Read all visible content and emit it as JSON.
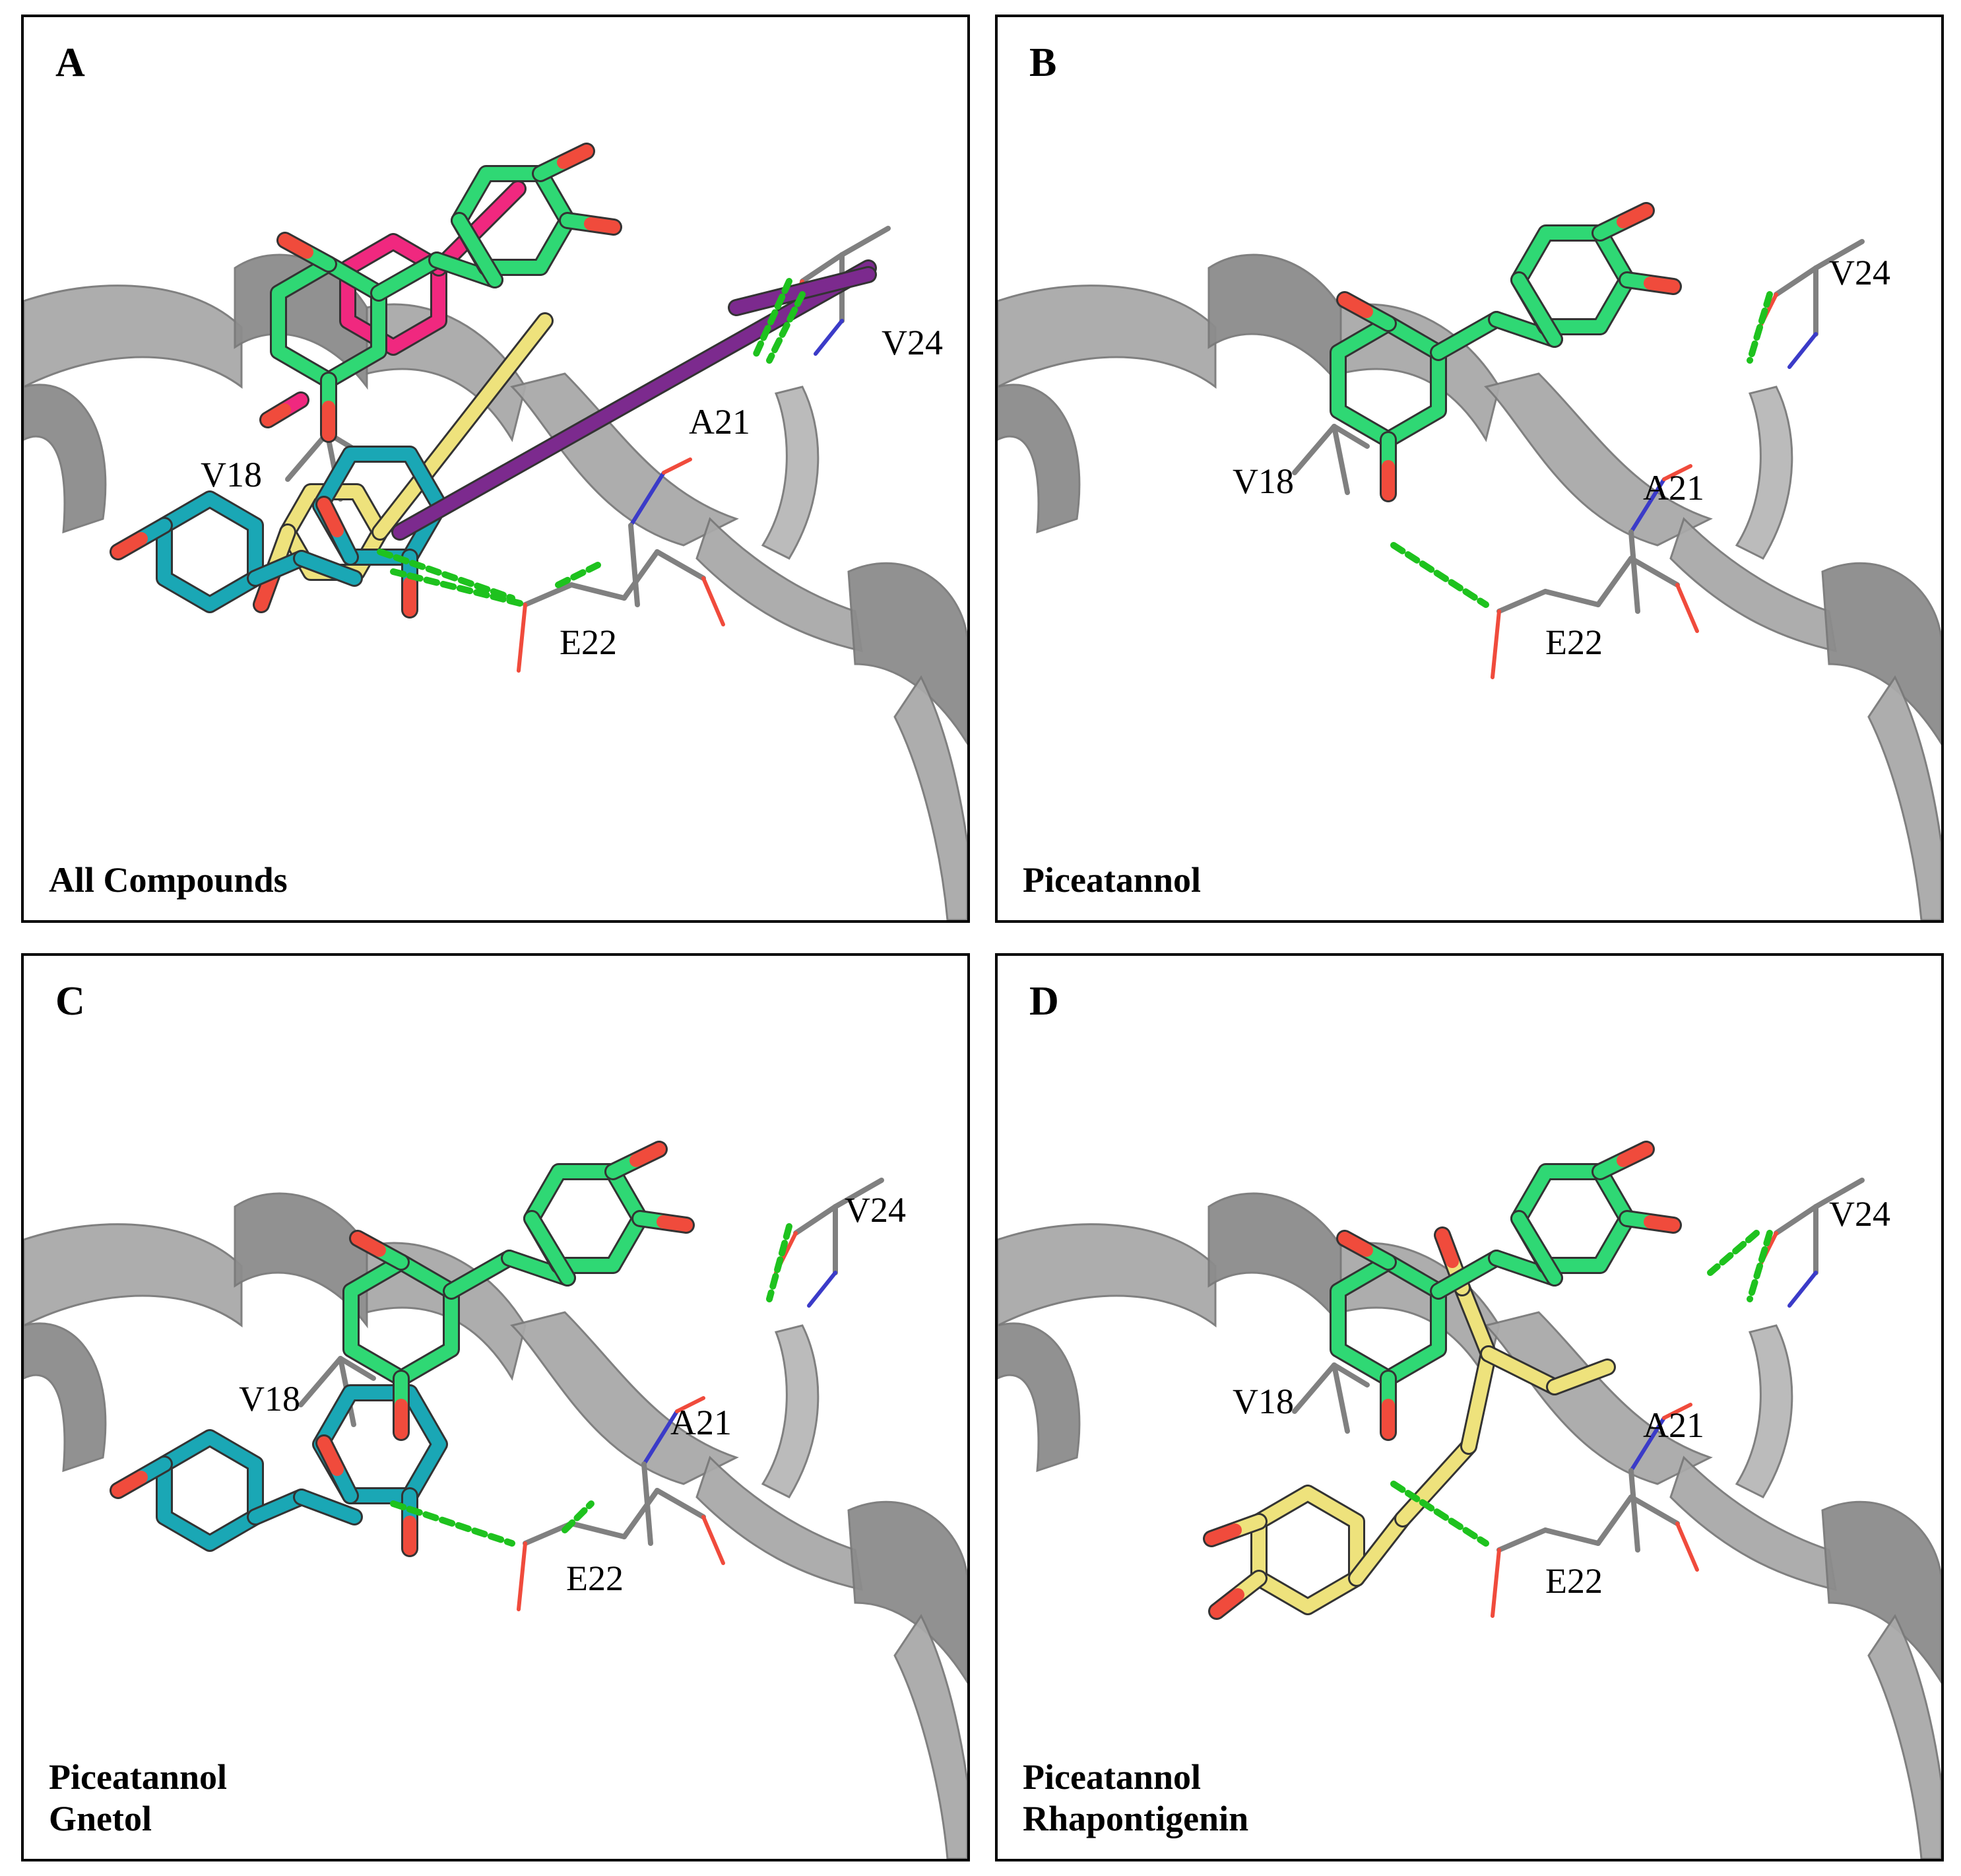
{
  "panels": [
    {
      "id": "A",
      "letter": "A",
      "caption": [
        "All Compounds"
      ],
      "residues": {
        "v18": "V18",
        "a21": "A21",
        "e22": "E22",
        "v24": "V24"
      }
    },
    {
      "id": "B",
      "letter": "B",
      "caption": [
        "Piceatannol"
      ],
      "residues": {
        "v18": "V18",
        "a21": "A21",
        "e22": "E22",
        "v24": "V24"
      }
    },
    {
      "id": "C",
      "letter": "C",
      "caption": [
        "Piceatannol",
        "Gnetol"
      ],
      "residues": {
        "v18": "V18",
        "a21": "A21",
        "e22": "E22",
        "v24": "V24"
      }
    },
    {
      "id": "D",
      "letter": "D",
      "caption": [
        "Piceatannol",
        "Rhapontigenin"
      ],
      "residues": {
        "v18": "V18",
        "a21": "A21",
        "e22": "E22",
        "v24": "V24"
      }
    }
  ],
  "colors": {
    "ribbon": "#a9a9a9",
    "ribbon_dark": "#8c8c8c",
    "piceatannol": "#2fd874",
    "gnetol": "#1aa7b5",
    "rhapontigenin": "#eee27c",
    "magenta": "#f0287f",
    "purple": "#7c2a8e",
    "oxygen": "#f04b3c",
    "hbond": "#1ec21e",
    "residue": "#808080",
    "nitrogen": "#3b3bc8"
  }
}
